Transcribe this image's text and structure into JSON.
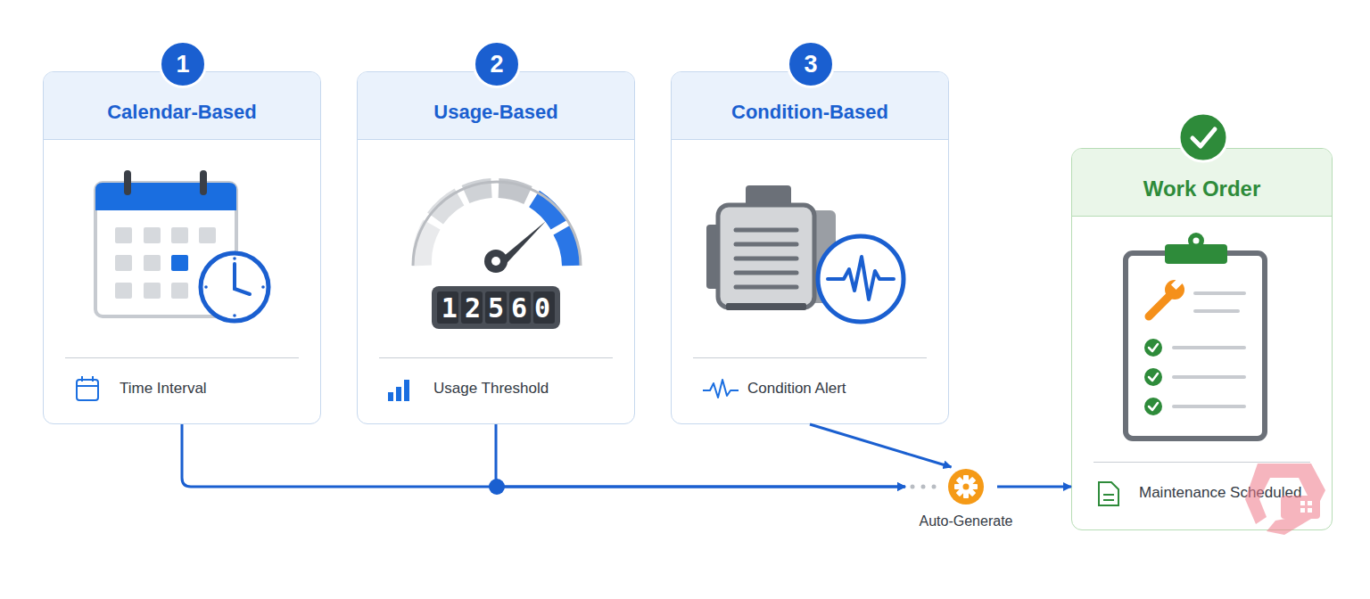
{
  "diagram": {
    "nodes": [
      {
        "text": [
          "Calendar-Based",
          "Time Interval"
        ]
      },
      {
        "text": [
          "1"
        ],
        "in": 0
      },
      {
        "text": [
          "Usage-Based",
          "Usage Threshold"
        ]
      },
      {
        "text": [
          "2"
        ],
        "in": 2
      },
      {
        "text": [
          "Condition-Based",
          "Condition Alert"
        ]
      },
      {
        "text": [
          "3"
        ],
        "in": 4
      },
      {
        "text": [
          "Auto-Generate"
        ]
      },
      {
        "text": [
          "Work Order",
          "Maintenance Scheduled"
        ]
      }
    ],
    "edges": [
      {
        "from": 0,
        "to": 6,
        "arrow": "to"
      },
      {
        "from": 2,
        "to": 6,
        "arrow": "to"
      },
      {
        "from": 4,
        "to": 6,
        "arrow": "to"
      },
      {
        "from": 6,
        "to": 7,
        "arrow": "to"
      }
    ],
    "labels": [
      "12560"
    ]
  }
}
